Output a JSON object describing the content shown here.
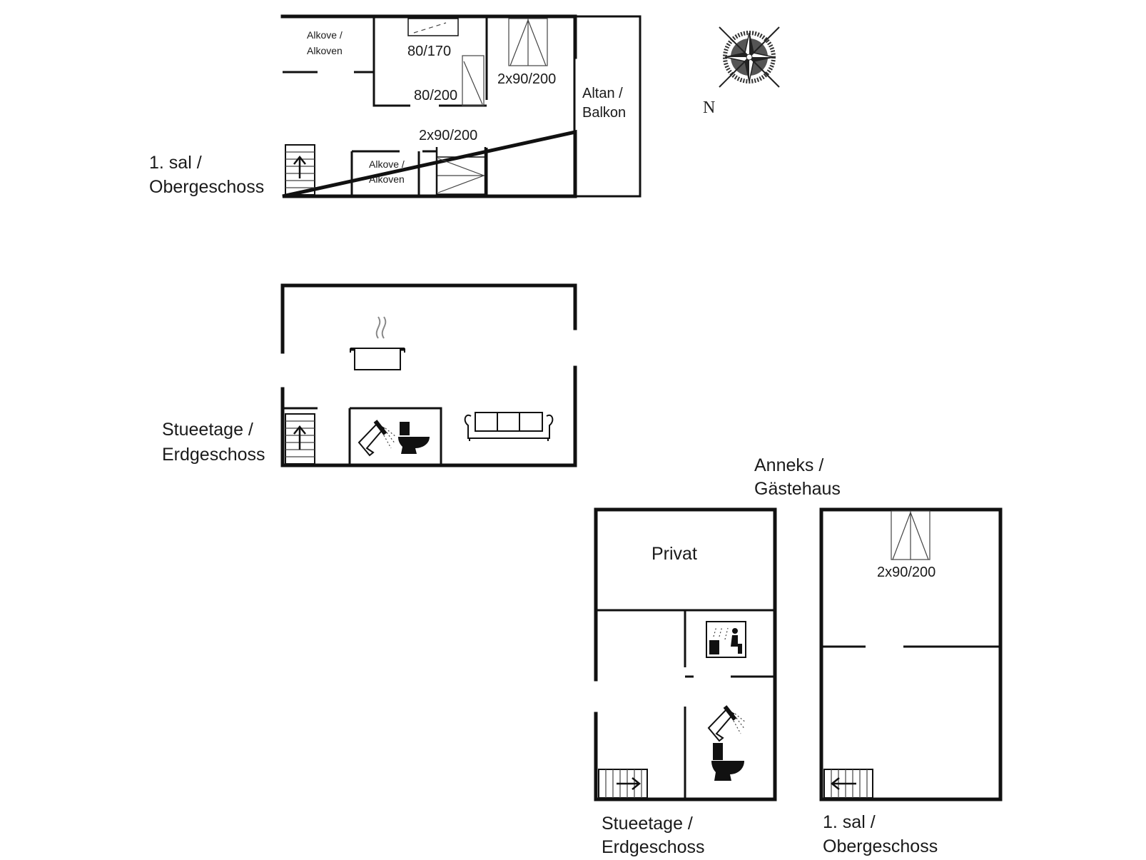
{
  "main_house": {
    "upper_floor": {
      "floor_label": [
        "1. sal /",
        "Obergeschoss"
      ],
      "alcove_top": [
        "Alkove /",
        "Alkoven"
      ],
      "alcove_bottom": [
        "Alkove /",
        "Alkoven"
      ],
      "bed_80_170": "80/170",
      "bed_80_200": "80/200",
      "bed_2x90_200_a": "2x90/200",
      "bed_2x90_200_b": "2x90/200",
      "balcony": [
        "Altan /",
        "Balkon"
      ]
    },
    "ground_floor": {
      "floor_label": [
        "Stueetage /",
        "Erdgeschoss"
      ]
    }
  },
  "compass": {
    "north_label": "N"
  },
  "annex": {
    "title": [
      "Anneks /",
      "Gästehaus"
    ],
    "ground_floor": {
      "floor_label": [
        "Stueetage /",
        "Erdgeschoss"
      ],
      "private_room": "Privat"
    },
    "upper_floor": {
      "floor_label": [
        "1. sal /",
        "Obergeschoss"
      ],
      "bed": "2x90/200"
    }
  },
  "icons": [
    "staircase-icon",
    "cooking-pot-icon",
    "shower-icon",
    "toilet-icon",
    "sofa-icon",
    "sauna-icon",
    "bed-icon",
    "compass-rose-icon"
  ]
}
